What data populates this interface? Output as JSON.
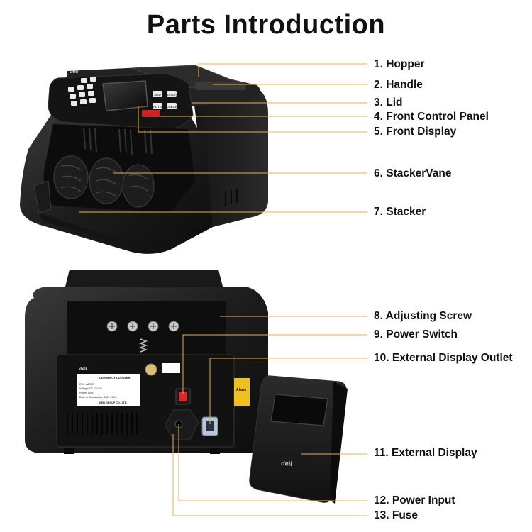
{
  "title": "Parts Introduction",
  "leader_color": "#e8b440",
  "brand": "deli",
  "parts": [
    "1. Hopper",
    "2. Handle",
    "3. Lid",
    "4. Front Control Panel",
    "5. Front Display",
    "6. StackerVane",
    "7. Stacker",
    "8. Adjusting Screw",
    "9. Power Switch",
    "10. External Display Outlet",
    "11. External Display",
    "12. Power Input",
    "13. Fuse"
  ],
  "panel_buttons": [
    "ADD",
    "BATCH",
    "AUTO",
    "CHECK"
  ],
  "rear_sticker": {
    "heading": "CURRENCY COUNTER",
    "lines": [
      "REF: AZ372",
      "Voltage: DC 12V 3A",
      "Power: 60W",
      "Date of Manufacture: 2021.01.05"
    ],
    "footer": "DELI GROUP CO., LTD."
  },
  "alarm_label": "Alarm"
}
